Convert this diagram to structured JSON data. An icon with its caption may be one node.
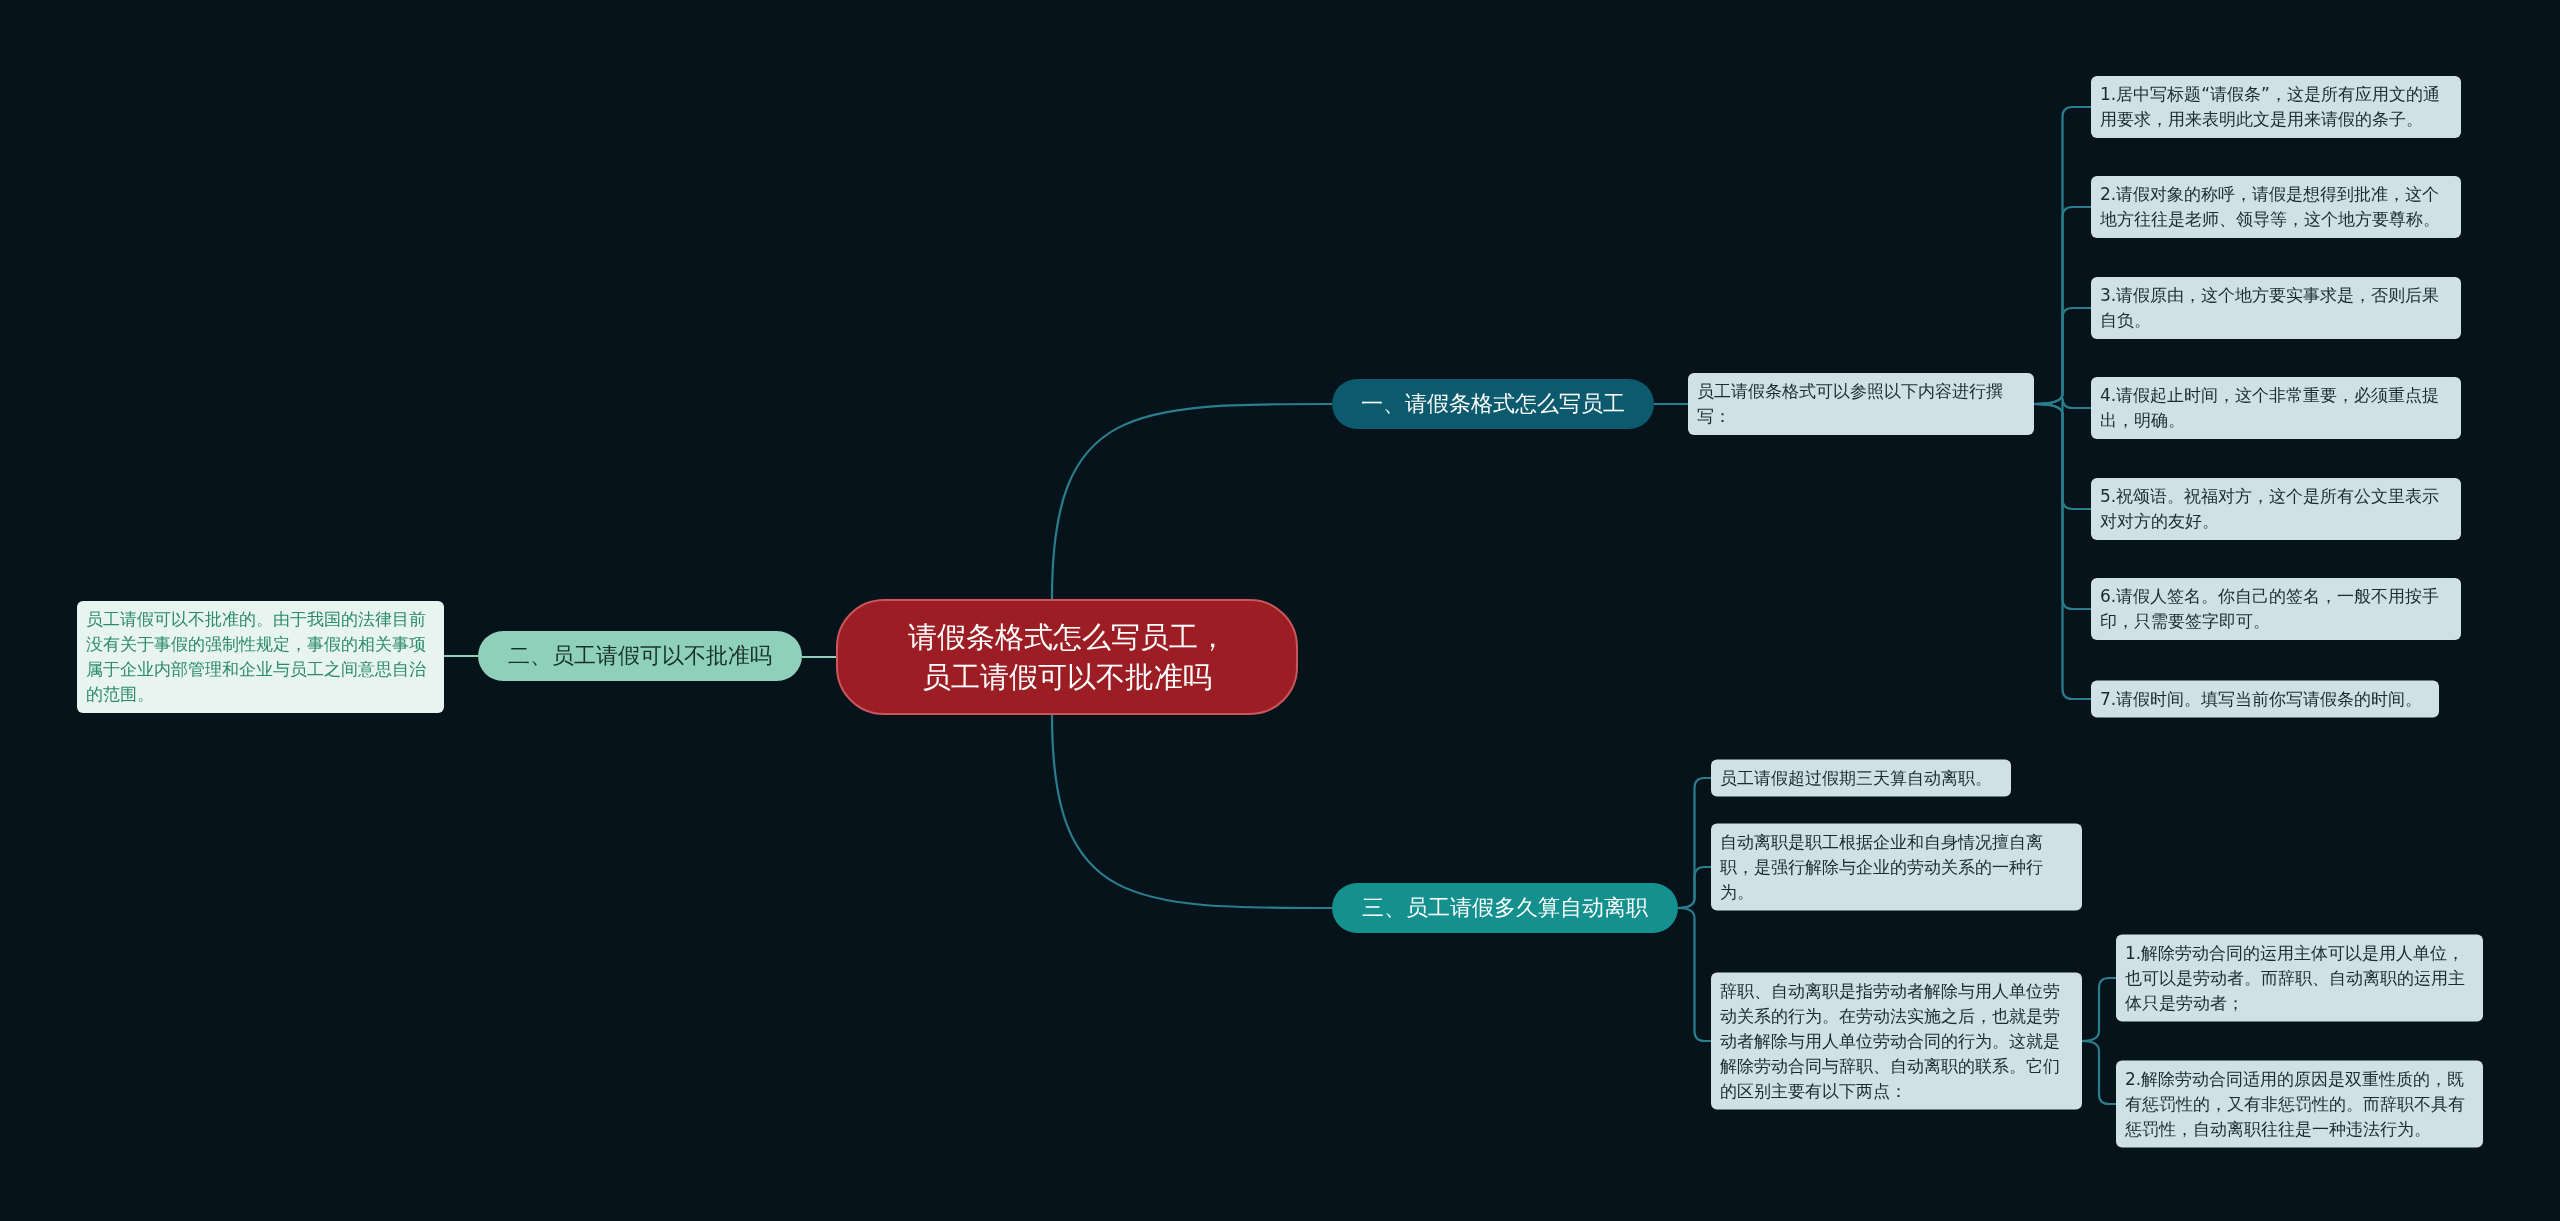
{
  "diagram": {
    "nodes": [
      {
        "text": [
          "请假条格式怎么写员工，员工请假可以不批准吗"
        ]
      },
      {
        "text": [
          "一、请假条格式怎么写员工"
        ]
      },
      {
        "text": [
          "员工请假条格式可以参照以下内容进行撰写："
        ]
      },
      {
        "text": [
          "1.居中写标题“请假条”，这是所有应用文的通用要求，用来表明此文是用来请假的条子。"
        ]
      },
      {
        "text": [
          "2.请假对象的称呼，请假是想得到批准，这个地方往往是老师、领导等，这个地方要尊称。"
        ]
      },
      {
        "text": [
          "3.请假原由，这个地方要实事求是，否则后果自负。"
        ]
      },
      {
        "text": [
          "4.请假起止时间，这个非常重要，必须重点提出，明确。"
        ]
      },
      {
        "text": [
          "5.祝颂语。祝福对方，这个是所有公文里表示对对方的友好。"
        ]
      },
      {
        "text": [
          "6.请假人签名。你自己的签名，一般不用按手印，只需要签字即可。"
        ]
      },
      {
        "text": [
          "7.请假时间。填写当前你写请假条的时间。"
        ]
      },
      {
        "text": [
          "二、员工请假可以不批准吗"
        ]
      },
      {
        "text": [
          "员工请假可以不批准的。由于我国的法律目前没有关于事假的强制性规定，事假的相关事项属于企业内部管理和企业与员工之间意思自治的范围。"
        ]
      },
      {
        "text": [
          "三、员工请假多久算自动离职"
        ]
      },
      {
        "text": [
          "员工请假超过假期三天算自动离职。"
        ]
      },
      {
        "text": [
          "自动离职是职工根据企业和自身情况擅自离职，是强行解除与企业的劳动关系的一种行为。"
        ]
      },
      {
        "text": [
          "辞职、自动离职是指劳动者解除与用人单位劳动关系的行为。在劳动法实施之后，也就是劳动者解除与用人单位劳动合同的行为。这就是解除劳动合同与辞职、自动离职的联系。它们的区别主要有以下两点："
        ]
      },
      {
        "text": [
          "1.解除劳动合同的运用主体可以是用人单位，也可以是劳动者。而辞职、自动离职的运用主体只是劳动者；"
        ]
      },
      {
        "text": [
          "2.解除劳动合同适用的原因是双重性质的，既有惩罚性的，又有非惩罚性的。而辞职不具有惩罚性，自动离职往往是一种违法行为。"
        ]
      }
    ],
    "edges": [
      {
        "from": 0,
        "to": 1,
        "arrow": "none"
      },
      {
        "from": 1,
        "to": 2,
        "arrow": "none"
      },
      {
        "from": 2,
        "to": 3,
        "arrow": "none"
      },
      {
        "from": 2,
        "to": 4,
        "arrow": "none"
      },
      {
        "from": 2,
        "to": 5,
        "arrow": "none"
      },
      {
        "from": 2,
        "to": 6,
        "arrow": "none"
      },
      {
        "from": 2,
        "to": 7,
        "arrow": "none"
      },
      {
        "from": 2,
        "to": 8,
        "arrow": "none"
      },
      {
        "from": 2,
        "to": 9,
        "arrow": "none"
      },
      {
        "from": 0,
        "to": 10,
        "arrow": "none",
        "color": "#8fd0bb"
      },
      {
        "from": 10,
        "to": 11,
        "arrow": "none",
        "color": "#8fd0bb"
      },
      {
        "from": 0,
        "to": 12,
        "arrow": "none"
      },
      {
        "from": 12,
        "to": 13,
        "arrow": "none"
      },
      {
        "from": 12,
        "to": 14,
        "arrow": "none"
      },
      {
        "from": 12,
        "to": 15,
        "arrow": "none"
      },
      {
        "from": 15,
        "to": 16,
        "arrow": "none"
      },
      {
        "from": 15,
        "to": 17,
        "arrow": "none"
      }
    ]
  }
}
